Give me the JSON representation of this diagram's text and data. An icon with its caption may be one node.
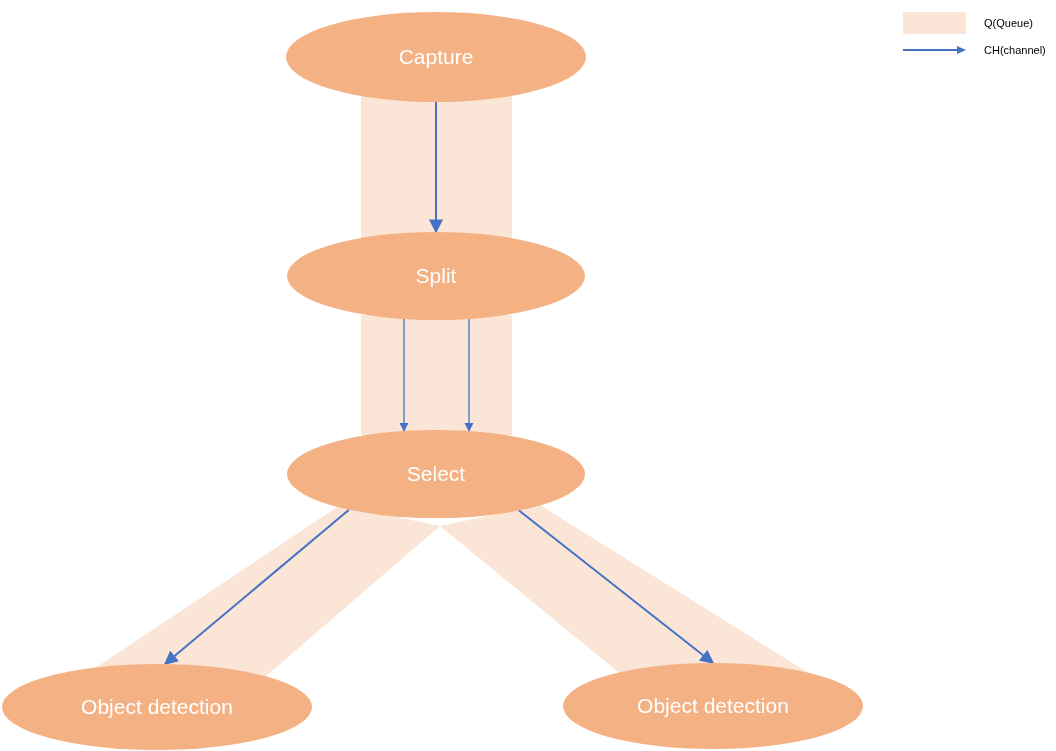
{
  "diagram": {
    "nodes": [
      {
        "text": [
          "Capture"
        ]
      },
      {
        "text": [
          "Split"
        ]
      },
      {
        "text": [
          "Select"
        ]
      },
      {
        "text": [
          "Object detection"
        ]
      },
      {
        "text": [
          "Object detection"
        ]
      }
    ],
    "edges": [
      {
        "from": 0,
        "to": 1,
        "arrow": "to"
      },
      {
        "from": 1,
        "to": 2,
        "arrow": "to"
      },
      {
        "from": 1,
        "to": 2,
        "arrow": "to"
      },
      {
        "from": 2,
        "to": 3,
        "arrow": "to"
      },
      {
        "from": 2,
        "to": 4,
        "arrow": "to"
      }
    ],
    "legend": [
      {
        "text": "Q(Queue)",
        "color": "#fbe5d6"
      },
      {
        "text": "CH(channel)"
      }
    ]
  }
}
